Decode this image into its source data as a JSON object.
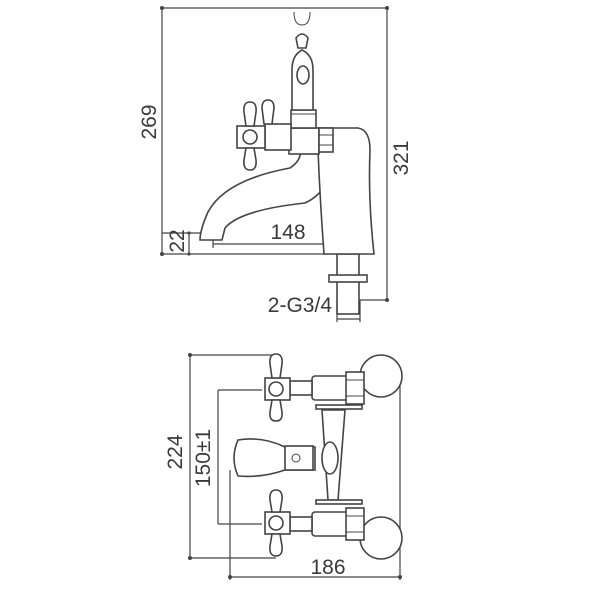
{
  "drawing": {
    "side_view": {
      "height_to_spout_top": "269",
      "total_height": "321",
      "spout_clearance": "22",
      "spout_reach": "148",
      "inlet_thread": "2-G3/4"
    },
    "top_view": {
      "total_depth": "224",
      "inlet_centers": "150±1",
      "total_width": "186"
    }
  }
}
